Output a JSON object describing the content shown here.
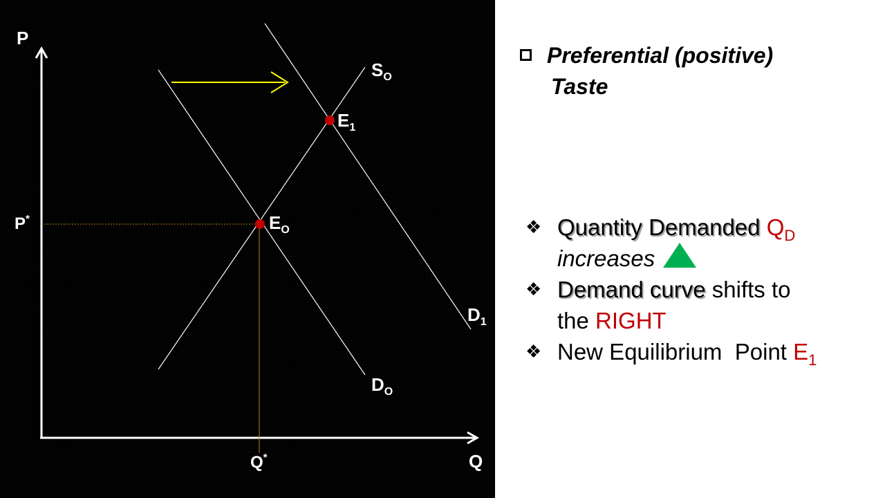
{
  "diagram": {
    "axis_labels": {
      "p": "P",
      "q": "Q",
      "p_star": "P",
      "q_star": "Q",
      "star": "*"
    },
    "curve_labels": {
      "supply": {
        "main": "S",
        "sub": "O"
      },
      "demand0": {
        "main": "D",
        "sub": "O"
      },
      "demand1": {
        "main": "D",
        "sub": "1"
      }
    },
    "point_labels": {
      "e0": {
        "main": "E",
        "sub": "O"
      },
      "e1": {
        "main": "E",
        "sub": "1"
      }
    },
    "colors": {
      "background": "#000000",
      "curve": "#ffffff",
      "shift_arrow": "#ffff00",
      "equilibrium_dot": "#c00000",
      "guide_line": "#b8860b"
    }
  },
  "heading": {
    "line1": "Preferential (positive)",
    "line2": "Taste"
  },
  "bullets": {
    "b1": {
      "part1": "Quantity Demanded",
      "q": "Q",
      "q_sub": "D",
      "part2": "increases"
    },
    "b2": {
      "part1": "Demand curve",
      "part2": " shifts to",
      "part3": "the ",
      "part4": "RIGHT"
    },
    "b3": {
      "part1": "New Equilibrium  Point ",
      "e": "E",
      "e_sub": "1"
    }
  },
  "icons": {
    "heading_bullet": "checkbox-icon",
    "list_bullet": "diamond-bullet-icon",
    "increase": "up-triangle-icon"
  }
}
